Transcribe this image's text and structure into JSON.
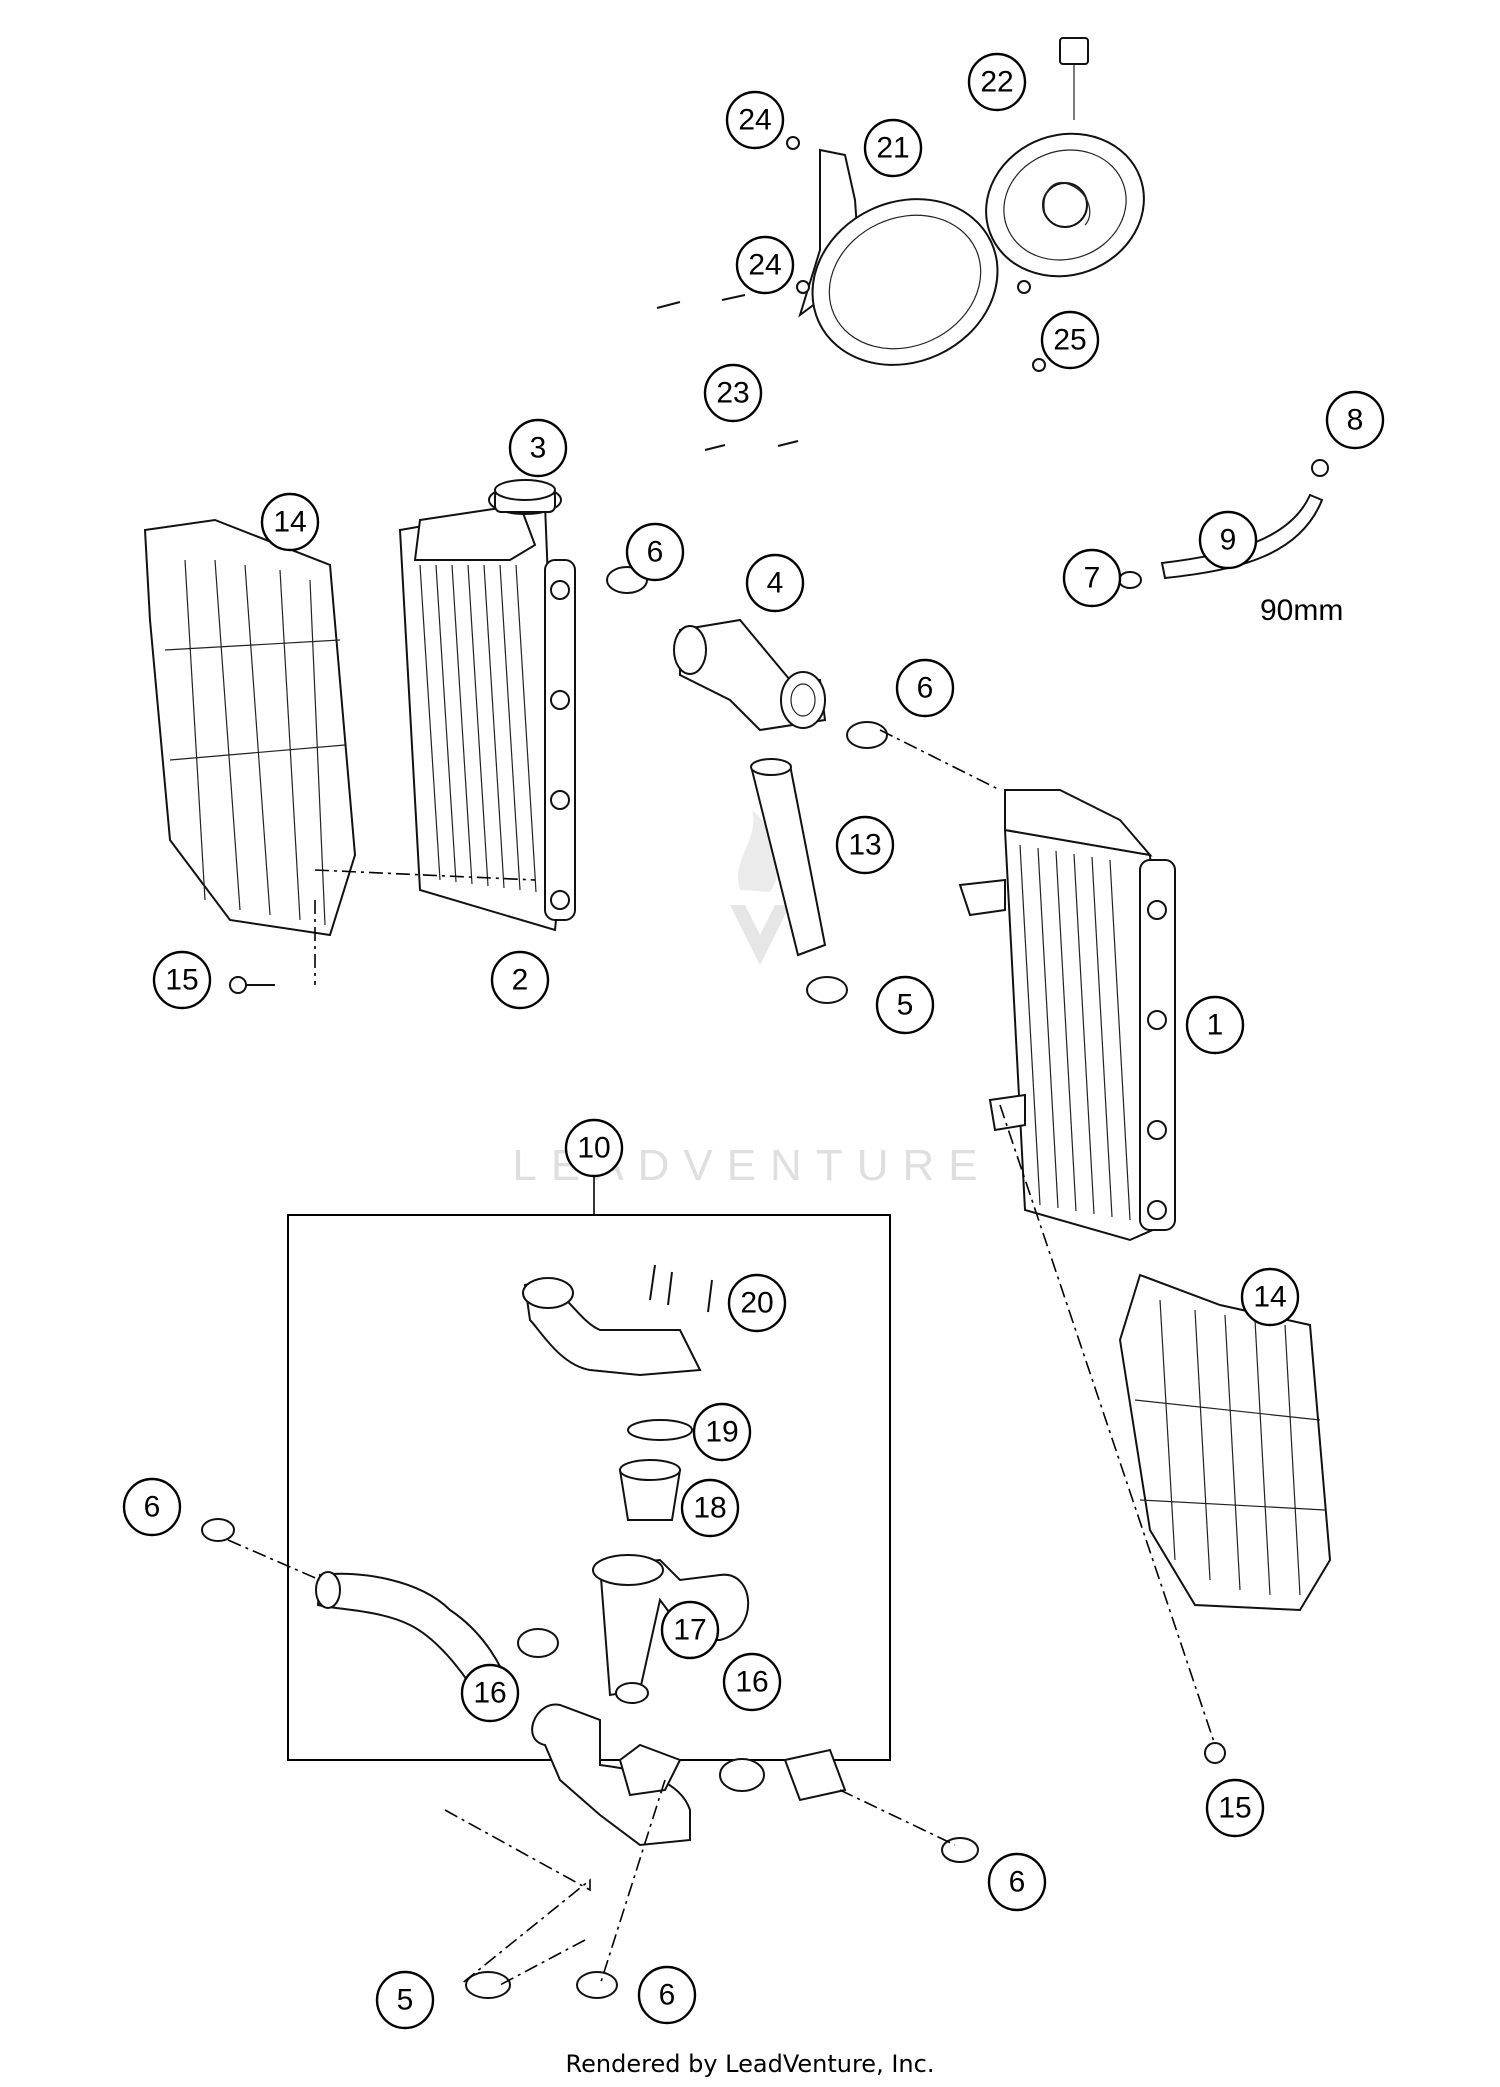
{
  "diagram": {
    "callouts": [
      {
        "label": "1"
      },
      {
        "label": "2"
      },
      {
        "label": "3"
      },
      {
        "label": "4"
      },
      {
        "label": "5"
      },
      {
        "label": "5"
      },
      {
        "label": "6"
      },
      {
        "label": "6"
      },
      {
        "label": "6"
      },
      {
        "label": "6"
      },
      {
        "label": "6"
      },
      {
        "label": "7"
      },
      {
        "label": "8"
      },
      {
        "label": "9"
      },
      {
        "label": "10"
      },
      {
        "label": "13"
      },
      {
        "label": "14"
      },
      {
        "label": "14"
      },
      {
        "label": "15"
      },
      {
        "label": "15"
      },
      {
        "label": "16"
      },
      {
        "label": "16"
      },
      {
        "label": "17"
      },
      {
        "label": "18"
      },
      {
        "label": "19"
      },
      {
        "label": "20"
      },
      {
        "label": "21"
      },
      {
        "label": "22"
      },
      {
        "label": "23"
      },
      {
        "label": "24"
      },
      {
        "label": "24"
      },
      {
        "label": "25"
      }
    ],
    "dimension_label": "90mm",
    "watermark": "LEADVENTURE",
    "footer": "Rendered by LeadVenture, Inc."
  }
}
